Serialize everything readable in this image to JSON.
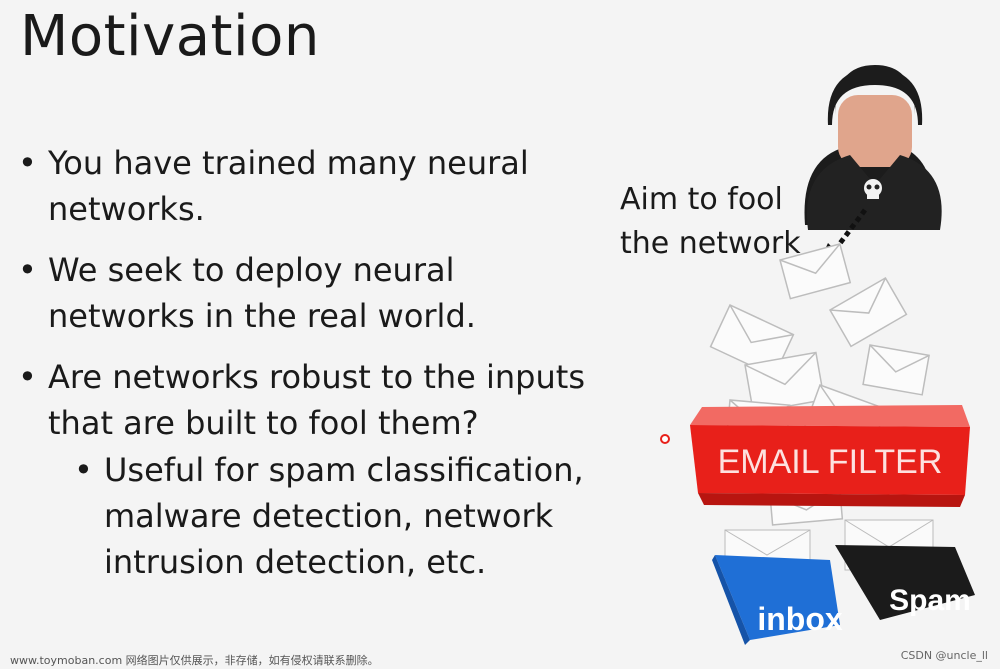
{
  "slide": {
    "title": "Motivation",
    "bullets": [
      {
        "lines": [
          "You have trained many neural",
          "networks."
        ]
      },
      {
        "lines": [
          "We seek to deploy neural",
          "networks in the real world."
        ]
      },
      {
        "lines": [
          "Are networks robust to the inputs",
          "that are built to fool them?"
        ]
      }
    ],
    "sub_bullet": {
      "lines": [
        "Useful for spam classification,",
        "malware detection, network",
        "intrusion detection, etc."
      ]
    },
    "bullet_glyph": "•"
  },
  "illustration": {
    "caption_lines": [
      "Aim to fool",
      "the network"
    ],
    "filter_label": "EMAIL FILTER",
    "inbox_label": "inbox",
    "spam_label": "Spam",
    "colors": {
      "filter": "#e8201a",
      "inbox": "#1f6fd6",
      "spam": "#1b1b1b",
      "hacker_skin": "#e0a58c"
    },
    "icons": [
      "hacker-icon",
      "skull-icon",
      "envelope-icon"
    ]
  },
  "footer": {
    "watermark": "www.toymoban.com 网络图片仅供展示，非存储，如有侵权请联系删除。",
    "credit": "CSDN @uncle_ll"
  }
}
